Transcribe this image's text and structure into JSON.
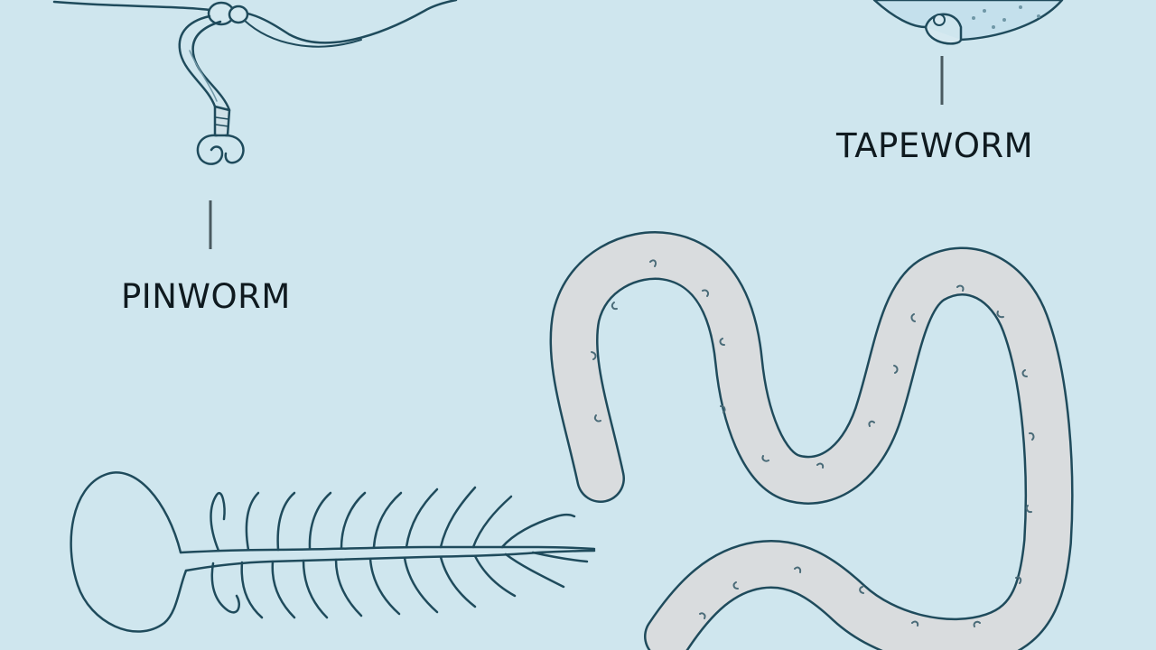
{
  "labels": {
    "pinworm": "PINWORM",
    "tapeworm": "TAPEWORM"
  },
  "colors": {
    "background": "#cfe6ee",
    "outline": "#1f4b5c",
    "worm_fill": "#d9dcde",
    "tapeworm_head_fill": "#c4e0ec",
    "label_text": "#0f1a1f",
    "leader_line": "#4a5a60"
  },
  "icons": [
    "pinworm-illustration",
    "tapeworm-head-illustration",
    "roundworm-illustration",
    "hookworm-skeleton-illustration"
  ]
}
